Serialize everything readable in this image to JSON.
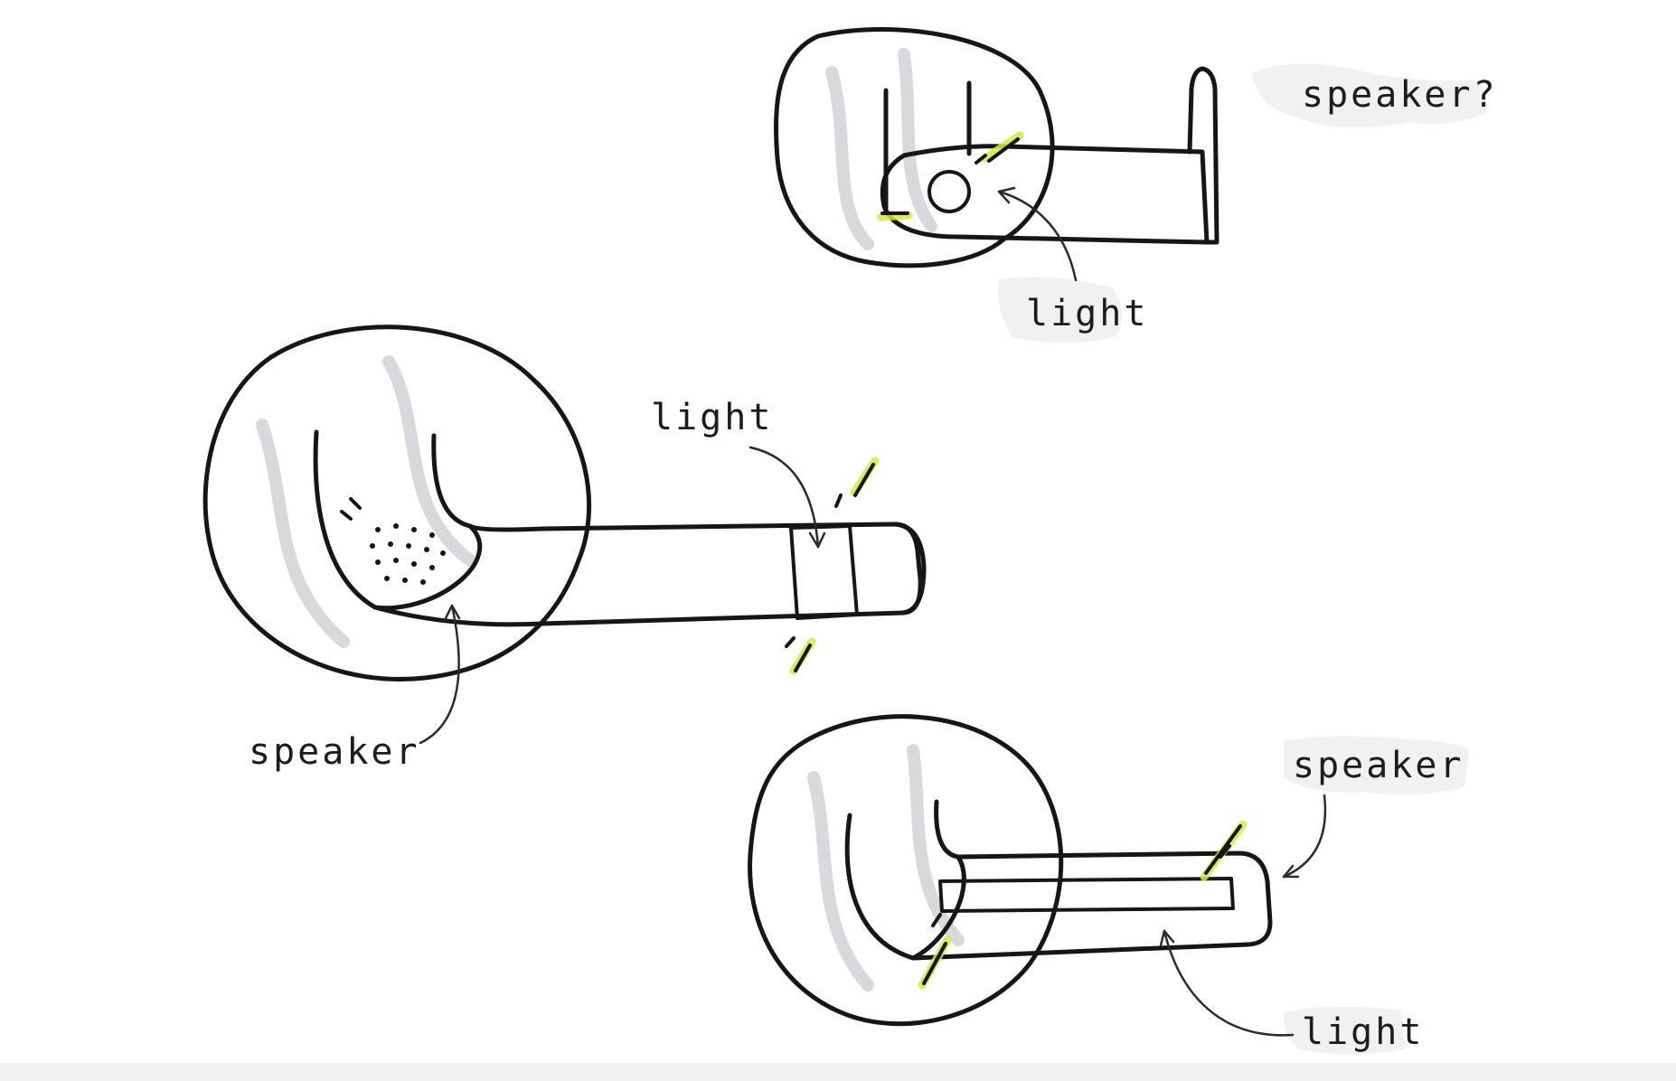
{
  "sketch": {
    "top_handle": {
      "label_speaker": "speaker?",
      "label_light": "light"
    },
    "middle_handle": {
      "label_light": "light",
      "label_speaker": "speaker"
    },
    "bottom_handle": {
      "label_speaker": "speaker",
      "label_light": "light"
    }
  },
  "colors": {
    "marker_gray": "#c4c7cd",
    "marker_dark_gray": "#9da2aa",
    "highlight_yellow": "#eef28a",
    "outline": "#161616",
    "background": "#ffffff"
  }
}
